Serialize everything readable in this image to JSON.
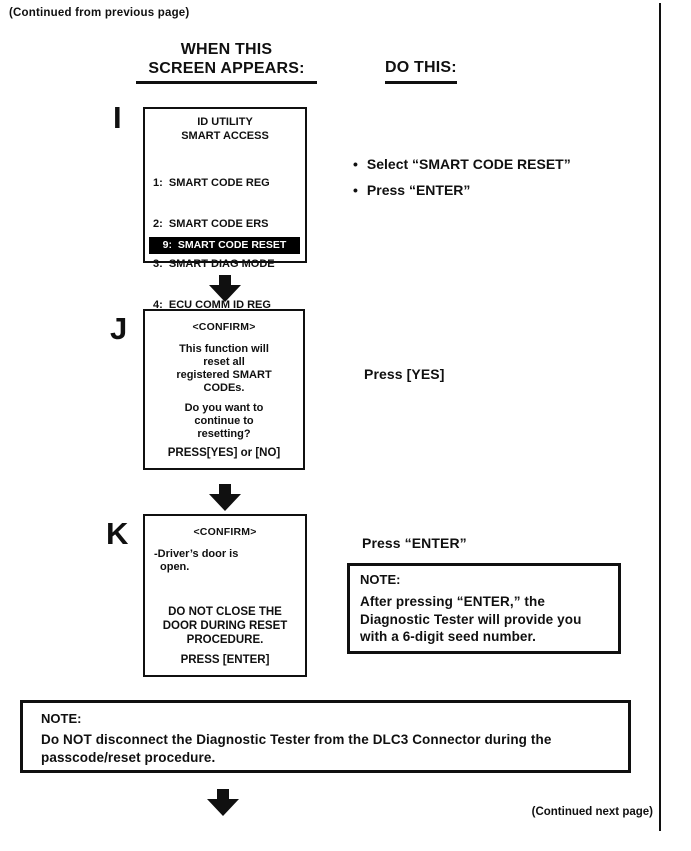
{
  "page": {
    "continued_from": "(Continued from previous page)",
    "continued_next": "(Continued next page)",
    "bullet": "•",
    "colors": {
      "ink": "#101010",
      "paper": "#ffffff",
      "highlight_bg": "#000000",
      "highlight_text": "#ffffff"
    }
  },
  "headers": {
    "left_line1": "WHEN THIS",
    "left_line2": "SCREEN APPEARS:",
    "right": "DO THIS:"
  },
  "steps": [
    {
      "label": "I",
      "screen": {
        "title_lines": [
          "ID UTILITY",
          "SMART ACCESS"
        ],
        "menu_items": [
          "1:  SMART CODE REG",
          "2:  SMART CODE ERS",
          "3:  SMART DIAG MODE",
          "4:  ECU COMM ID REG"
        ],
        "highlighted_item": "9:  SMART CODE RESET"
      },
      "instructions": [
        "Select “SMART CODE RESET”",
        "Press “ENTER”"
      ]
    },
    {
      "label": "J",
      "screen": {
        "header": "<CONFIRM>",
        "body1_lines": [
          "This function will",
          "reset all",
          "registered SMART",
          "CODEs."
        ],
        "body2_lines": [
          "Do you want to",
          "continue to",
          "resetting?"
        ],
        "footer": "PRESS[YES] or [NO]"
      },
      "instruction": "Press [YES]"
    },
    {
      "label": "K",
      "screen": {
        "header": "<CONFIRM>",
        "body_lines": [
          "-Driver’s door is",
          "open."
        ],
        "warning_lines": [
          "DO NOT CLOSE THE",
          "DOOR DURING RESET",
          "PROCEDURE."
        ],
        "footer": "PRESS [ENTER]"
      },
      "instruction": "Press “ENTER”",
      "note": {
        "title": "NOTE:",
        "text_lines": [
          "After pressing “ENTER,” the",
          "Diagnostic Tester will provide you",
          "with a 6-digit seed number."
        ]
      }
    }
  ],
  "bottom_note": {
    "title": "NOTE:",
    "text_lines": [
      "Do NOT disconnect the Diagnostic Tester from the DLC3 Connector during the",
      "passcode/reset procedure."
    ]
  }
}
